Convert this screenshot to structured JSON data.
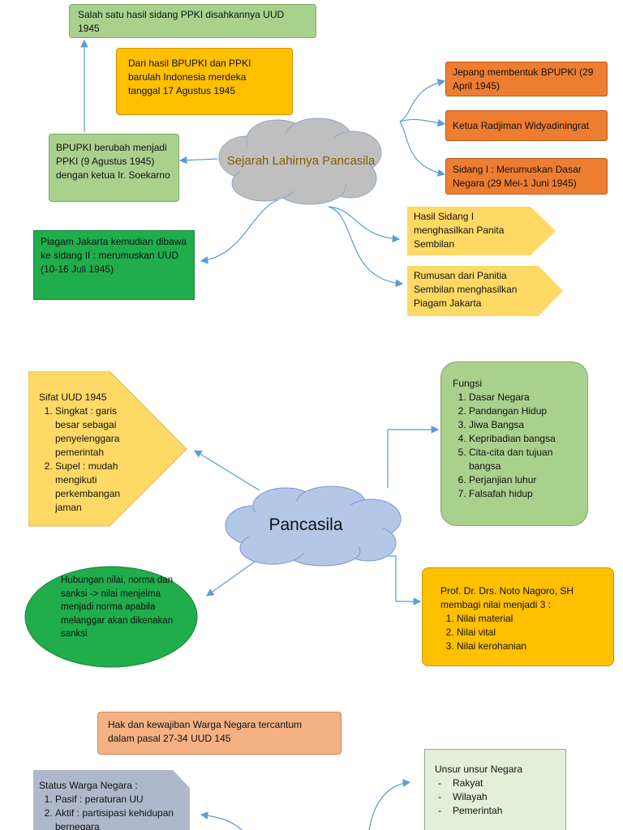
{
  "section1": {
    "center": "Sejarah Lahirnya Pancasila",
    "ppki_uud": "Salah satu hasil sidang PPKI disahkannya UUD 1945",
    "merdeka": "Dari hasil BPUPKI dan PPKI barulah Indonesia merdeka tanggal 17 Agustus 1945",
    "bpupki_ppki": "BPUPKI berubah menjadi PPKI (9 Agustus 1945) dengan ketua Ir. Soekarno",
    "piagam_sidang2": "Piagam Jakarta kemudian dibawa ke sidang II : merumuskan UUD (10-16 Juli 1945)",
    "jepang": "Jepang membentuk BPUPKI (29 April 1945)",
    "ketua": "Ketua Radjiman Widyadiningrat",
    "sidang1": "Sidang I : Merumuskan Dasar Negara (29 Mei-1 Juni 1945)",
    "panitia": "Hasil Sidang I menghasilkan Panita Sembilan",
    "rumusan": "Rumusan dari Panitia Sembilan menghasilkan Piagam Jakarta"
  },
  "section2": {
    "center": "Pancasila",
    "sifat_title": "Sifat UUD 1945",
    "sifat_items": [
      "Singkat : garis besar sebagai penyelenggara pemerintah",
      "Supel : mudah mengikuti perkembangan jaman"
    ],
    "fungsi_title": "Fungsi",
    "fungsi_items": [
      "Dasar Negara",
      "Pandangan Hidup",
      "Jiwa Bangsa",
      "Kepribadian bangsa",
      "Cita-cita dan tujuan bangsa",
      "Perjanjian luhur",
      "Falsafah hidup"
    ],
    "hubungan": "Hubungan nilai, norma dan sanksi -> nilai menjelma menjadi norma apabila melanggar akan dikenakan sanksi",
    "noto_title": "Prof. Dr. Drs. Noto Nagoro, SH membagi nilai menjadi 3 :",
    "noto_items": [
      "Nilai material",
      "Nilai vital",
      "Nilai kerohanian"
    ]
  },
  "section3": {
    "hak": "Hak dan kewajiban Warga Negara tercantum dalam pasal 27-34 UUD 145",
    "unsur_title": "Unsur unsur Negara",
    "unsur_items": [
      "Rakyat",
      "Wilayah",
      "Pemerintah"
    ],
    "status_title": "Status Warga Negara :",
    "status_items": [
      "Pasif : peraturan UU",
      "Aktif : partisipasi kehidupan bernegara"
    ]
  },
  "colors": {
    "connector": "#5b9bd5",
    "cloud_grey": "#bfbfbf",
    "cloud_blue": "#b4c7e7",
    "center_text": "#7f6000"
  }
}
